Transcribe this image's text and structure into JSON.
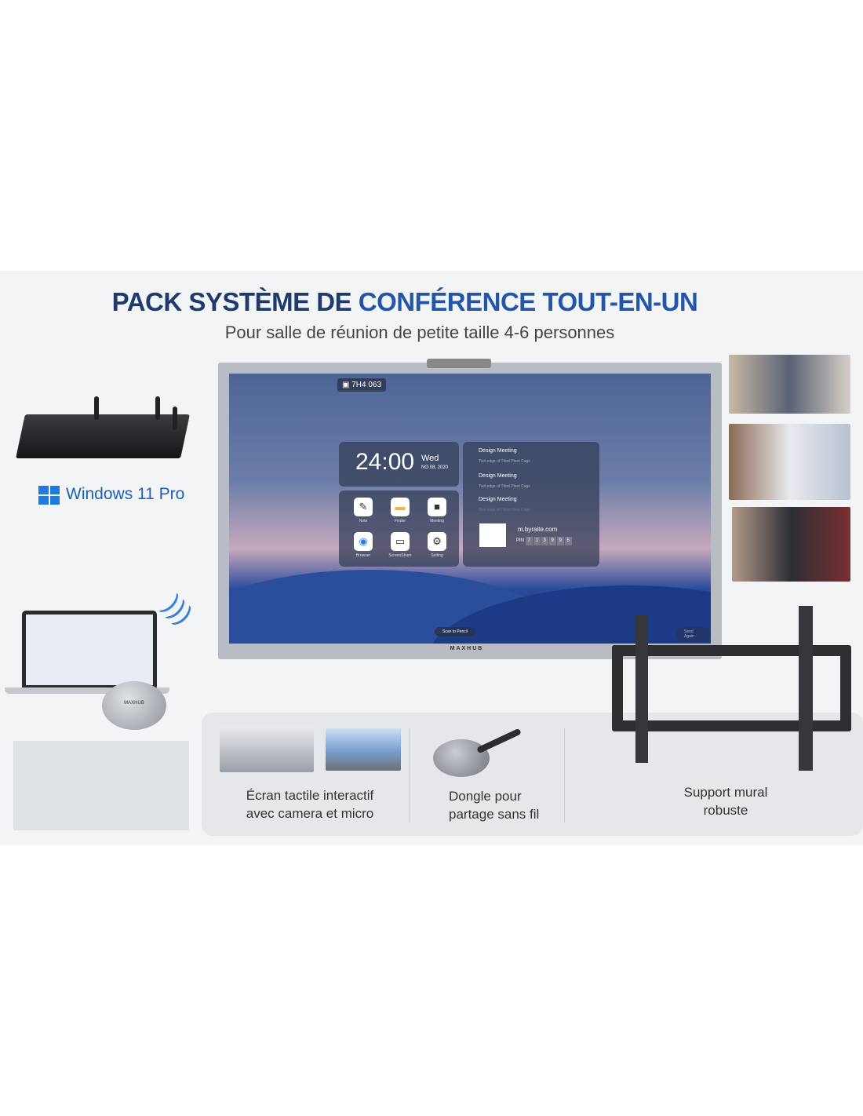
{
  "header": {
    "title_part1": "PACK SYSTÈME DE ",
    "title_part2": "CONFÉRENCE TOUT-EN-UN",
    "subtitle": "Pour salle de réunion de petite taille 4-6 personnes"
  },
  "pc": {
    "os_label": "Windows 11 Pro"
  },
  "display": {
    "brand": "MAXHUB",
    "room_tag": "7H4 063",
    "clock": {
      "time": "24:00",
      "day": "Wed",
      "date": "NO 08, 2020"
    },
    "apps": [
      {
        "label": "Note",
        "icon": "✎"
      },
      {
        "label": "Finder",
        "icon": "▬"
      },
      {
        "label": "Meeting",
        "icon": "■"
      },
      {
        "label": "Browser",
        "icon": "◉"
      },
      {
        "label": "ScreenShare",
        "icon": "▭"
      },
      {
        "label": "Setting",
        "icon": "⚙"
      }
    ],
    "meetings": [
      {
        "title": "Design Meeting",
        "sub": "Tool edge of Third Pleet Cage"
      },
      {
        "title": "Design Meeting",
        "sub": "Tool edge of Third Pleet Cage"
      },
      {
        "title": "Design Meeting",
        "sub": "Tool edge of Third Pleet Cage"
      }
    ],
    "share_url": "m.byraite.com",
    "pin_label": "PIN",
    "pin_digits": [
      "7",
      "1",
      "3",
      "9",
      "9",
      "5"
    ],
    "bottom_button": "Scan to Pencil",
    "right_button": "Send Again"
  },
  "captions": {
    "screen": "Écran tactile interactif\navec camera et micro",
    "dongle": "Dongle pour\npartage sans fil",
    "mount": "Support mural\nrobuste"
  },
  "dongle_brand": "MAXHUB"
}
